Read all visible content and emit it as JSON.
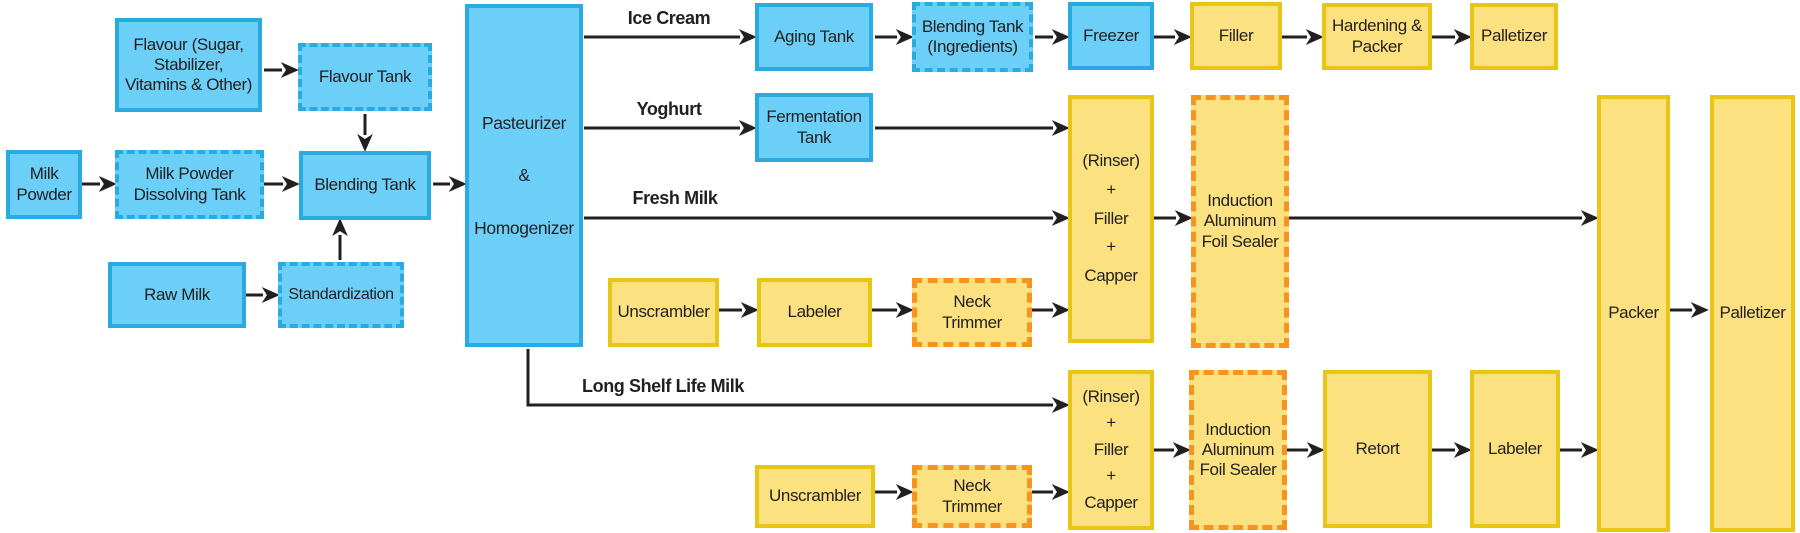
{
  "diagram": {
    "type": "process-flow",
    "subject": "Dairy products processing lines",
    "colors": {
      "process_fill_blue": "#6CCFF7",
      "process_border_blue": "#29ABE2",
      "packaging_fill_yellow": "#FBE17F",
      "packaging_border_yellow": "#E9C616",
      "optional_border_orange": "#F7941E",
      "arrow": "#231F20",
      "text": "#231F20",
      "background": "#FFFFFF"
    },
    "nodes": {
      "milk_powder": {
        "label": "Milk\nPowder",
        "style": "blue-solid"
      },
      "flavour": {
        "label": "Flavour (Sugar,\nStabilizer,\nVitamins & Other)",
        "style": "blue-solid"
      },
      "flavour_tank": {
        "label": "Flavour Tank",
        "style": "blue-dashed"
      },
      "milk_powder_dissolving_tank": {
        "label": "Milk Powder\nDissolving Tank",
        "style": "blue-dashed"
      },
      "blending_tank": {
        "label": "Blending Tank",
        "style": "blue-solid"
      },
      "raw_milk": {
        "label": "Raw Milk",
        "style": "blue-solid"
      },
      "standardization": {
        "label": "Standardization",
        "style": "blue-dashed"
      },
      "pasteurizer_homogenizer": {
        "label": "Pasteurizer\n&\nHomogenizer",
        "style": "blue-solid"
      },
      "aging_tank": {
        "label": "Aging Tank",
        "style": "blue-solid"
      },
      "blending_tank_ingredients": {
        "label": "Blending Tank\n(Ingredients)",
        "style": "blue-dashed"
      },
      "freezer": {
        "label": "Freezer",
        "style": "blue-solid"
      },
      "filler": {
        "label": "Filler",
        "style": "yellow-solid"
      },
      "hardening_packer": {
        "label": "Hardening &\nPacker",
        "style": "yellow-solid"
      },
      "palletizer_ice_cream": {
        "label": "Palletizer",
        "style": "yellow-solid"
      },
      "fermentation_tank": {
        "label": "Fermentation\nTank",
        "style": "blue-solid"
      },
      "rinser_filler_capper_1": {
        "label": "(Rinser)\n+\nFiller\n+\nCapper",
        "style": "yellow-solid"
      },
      "induction_sealer_1": {
        "label": "Induction\nAluminum\nFoil Sealer",
        "style": "yellow-dashed"
      },
      "unscrambler_1": {
        "label": "Unscrambler",
        "style": "yellow-solid"
      },
      "labeler_1": {
        "label": "Labeler",
        "style": "yellow-solid"
      },
      "neck_trimmer_1": {
        "label": "Neck\nTrimmer",
        "style": "yellow-dashed"
      },
      "rinser_filler_capper_2": {
        "label": "(Rinser)\n+\nFiller\n+\nCapper",
        "style": "yellow-solid"
      },
      "induction_sealer_2": {
        "label": "Induction\nAluminum\nFoil Sealer",
        "style": "yellow-dashed"
      },
      "retort": {
        "label": "Retort",
        "style": "yellow-solid"
      },
      "labeler_2": {
        "label": "Labeler",
        "style": "yellow-solid"
      },
      "unscrambler_2": {
        "label": "Unscrambler",
        "style": "yellow-solid"
      },
      "neck_trimmer_2": {
        "label": "Neck\nTrimmer",
        "style": "yellow-dashed"
      },
      "packer": {
        "label": "Packer",
        "style": "yellow-solid"
      },
      "palletizer_final": {
        "label": "Palletizer",
        "style": "yellow-solid"
      }
    },
    "edge_labels": {
      "ice_cream": "Ice Cream",
      "yoghurt": "Yoghurt",
      "fresh_milk": "Fresh Milk",
      "long_shelf_life_milk": "Long Shelf Life Milk"
    }
  }
}
